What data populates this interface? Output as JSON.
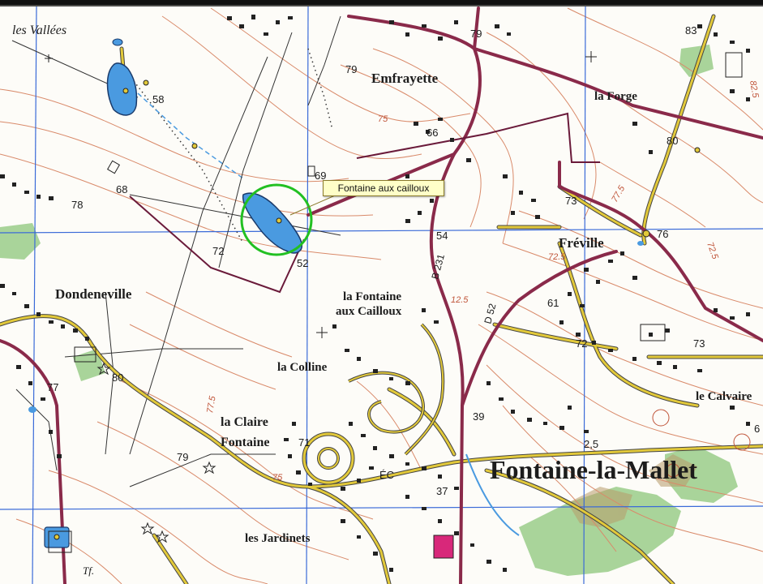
{
  "places": {
    "les_vallees": "les Vallées",
    "emfrayette": "Emfrayette",
    "la_forge": "la Forge",
    "dondeneville": "Dondeneville",
    "freville": "Fréville",
    "la_fontaine_1": "la Fontaine",
    "la_fontaine_2": "aux Cailloux",
    "la_colline": "la Colline",
    "la_claire_1": "la Claire",
    "la_claire_2": "Fontaine",
    "le_calvaire": "le Calvaire",
    "fontaine_la_mallet": "Fontaine-la-Mallet",
    "les_jardinets": "les Jardinets",
    "tf": "Tf.",
    "ec": "ÉC"
  },
  "callout": {
    "label": "Fontaine aux cailloux"
  },
  "elevations": {
    "e58": "58",
    "e79a": "79",
    "e79b": "79",
    "e83": "83",
    "e80a": "80",
    "e66": "66",
    "e69": "69",
    "e68": "68",
    "e78": "78",
    "e73a": "73",
    "e76": "76",
    "e72a": "72",
    "e52": "52",
    "e54": "54",
    "e61": "61",
    "e72b": "72",
    "e73b": "73",
    "e80b": "80",
    "e77": "77",
    "e79c": "79",
    "e71": "71",
    "e39": "39",
    "e2_5": "2,5",
    "e37": "37",
    "e6": "6"
  },
  "contours": {
    "c75a": "75",
    "c75b": "75",
    "c72_5a": "72.5",
    "c72_5b": "72.5",
    "c77_5": "77.5",
    "c82": "82.5",
    "c12_5": "12.5",
    "c77_5b": "77.5"
  },
  "roads": {
    "b231": "B 231",
    "d52": "D 52"
  },
  "colors": {
    "contour": "#d98a6a",
    "road_main": "#8a2a4a",
    "road_secondary": "#e2c93a",
    "water": "#4a9ae0",
    "forest": "#a9d49a",
    "grid": "#3a6ad8",
    "circle": "#22c022",
    "building": "#222222"
  }
}
